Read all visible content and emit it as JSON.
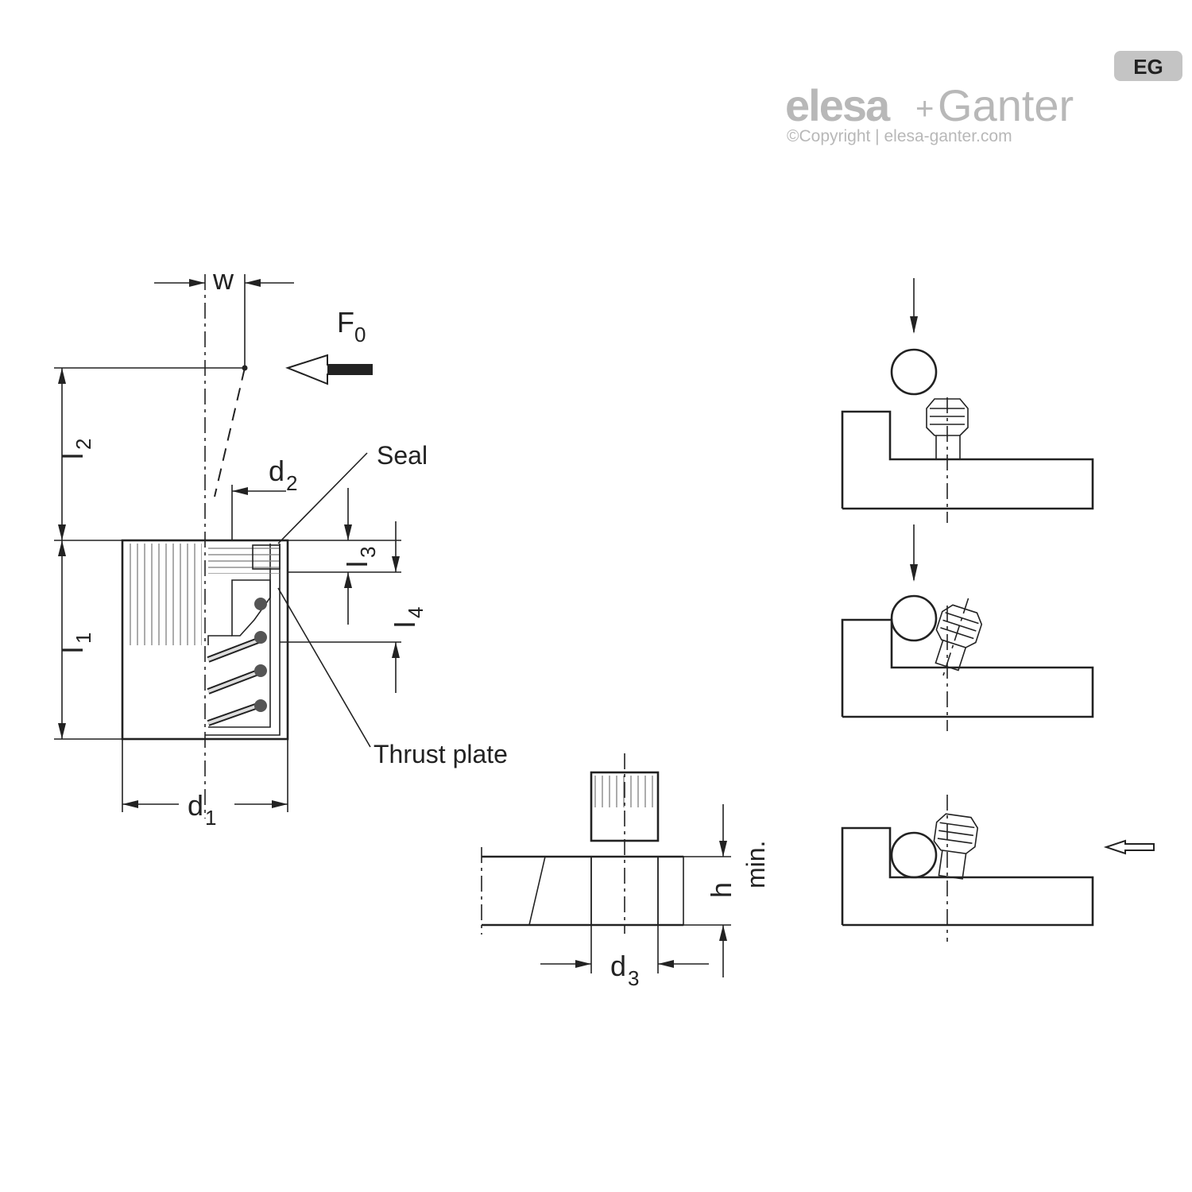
{
  "brand": {
    "name_part1": "elesa",
    "plus": "+",
    "name_part2": "Ganter",
    "badge": "EG",
    "copyright": "©Copyright | elesa-ganter.com",
    "logo_color": "#b8b8b8"
  },
  "dimensions": {
    "w": "w",
    "f0_main": "F",
    "f0_sub": "0",
    "l1_main": "l",
    "l1_sub": "1",
    "l2_main": "l",
    "l2_sub": "2",
    "l3_main": "l",
    "l3_sub": "3",
    "l4_main": "l",
    "l4_sub": "4",
    "d1_main": "d",
    "d1_sub": "1",
    "d2_main": "d",
    "d2_sub": "2",
    "d3_main": "d",
    "d3_sub": "3",
    "h": "h",
    "min": "min."
  },
  "callouts": {
    "seal": "Seal",
    "thrust_plate": "Thrust plate"
  },
  "colors": {
    "line": "#222222",
    "hatch": "#666666",
    "background": "#ffffff"
  }
}
